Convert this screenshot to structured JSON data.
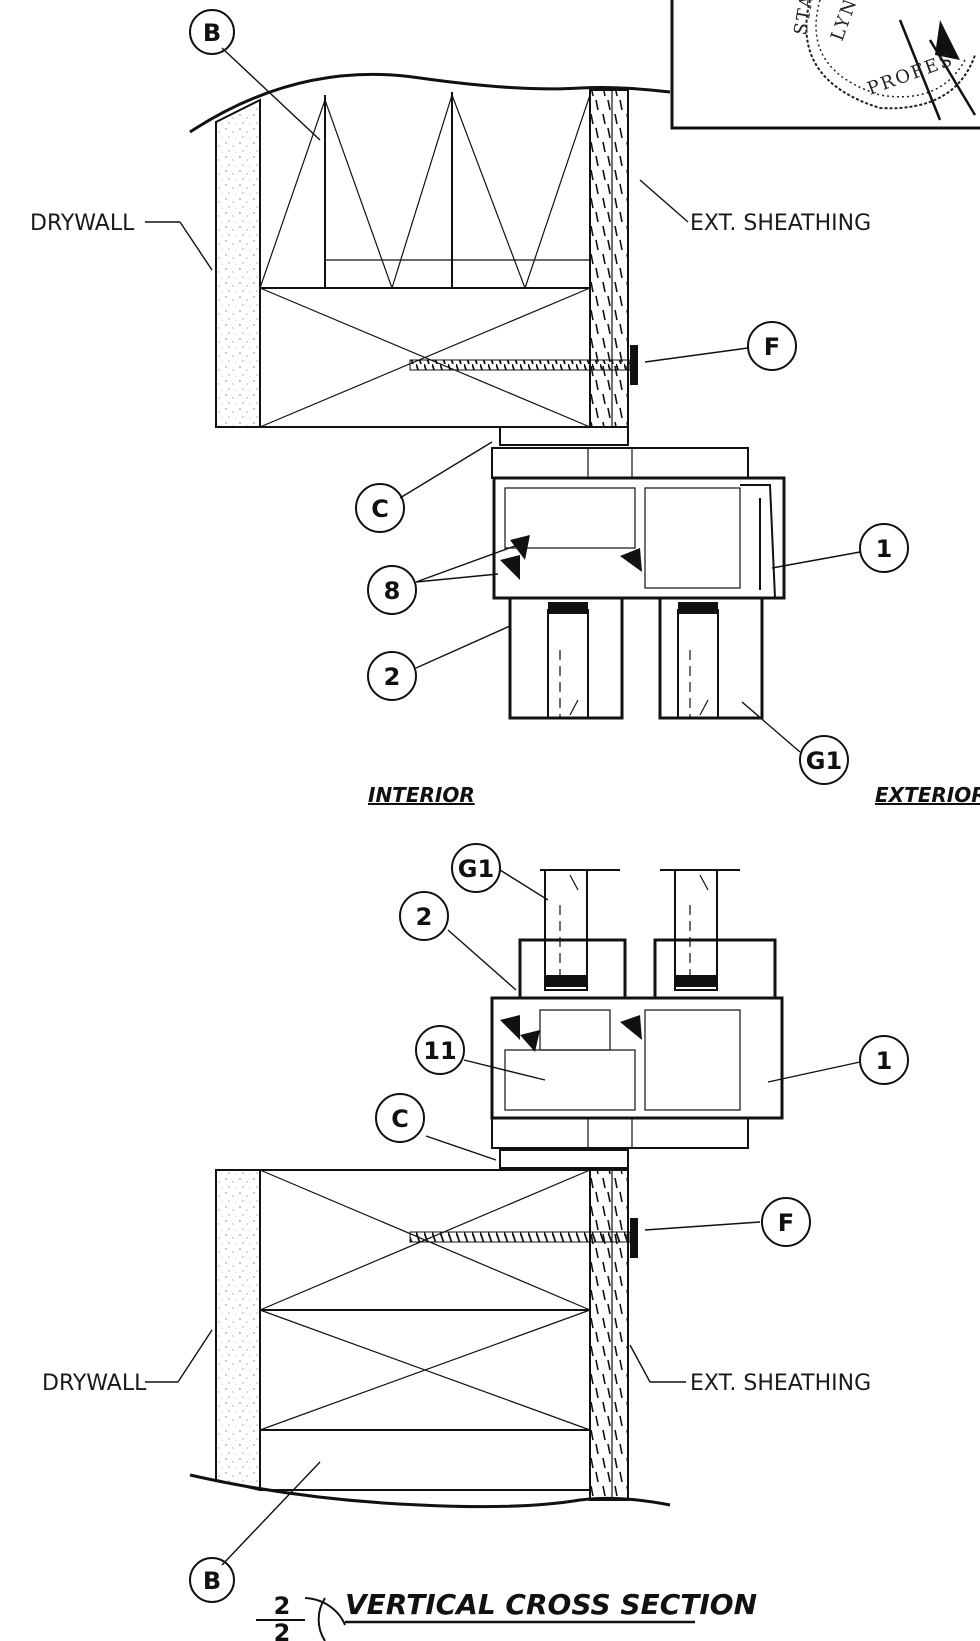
{
  "labels": {
    "drywall_top": "DRYWALL",
    "sheathing_top": "EXT. SHEATHING",
    "drywall_bottom": "DRYWALL",
    "sheathing_bottom": "EXT. SHEATHING",
    "interior": "INTERIOR",
    "exterior": "EXTERIOR"
  },
  "callouts": {
    "b_top": "B",
    "f_top": "F",
    "c_top": "C",
    "one_top": "1",
    "eight": "8",
    "two_top": "2",
    "g1_top": "G1",
    "g1_bottom": "G1",
    "two_bottom": "2",
    "eleven": "11",
    "one_bottom": "1",
    "c_bottom": "C",
    "f_bottom": "F",
    "b_bottom": "B"
  },
  "section": {
    "number": "2",
    "sheet": "2",
    "title": "VERTICAL CROSS SECTION"
  },
  "seal": {
    "text": "STATE · LYNDO · PROFESSIONAL"
  }
}
